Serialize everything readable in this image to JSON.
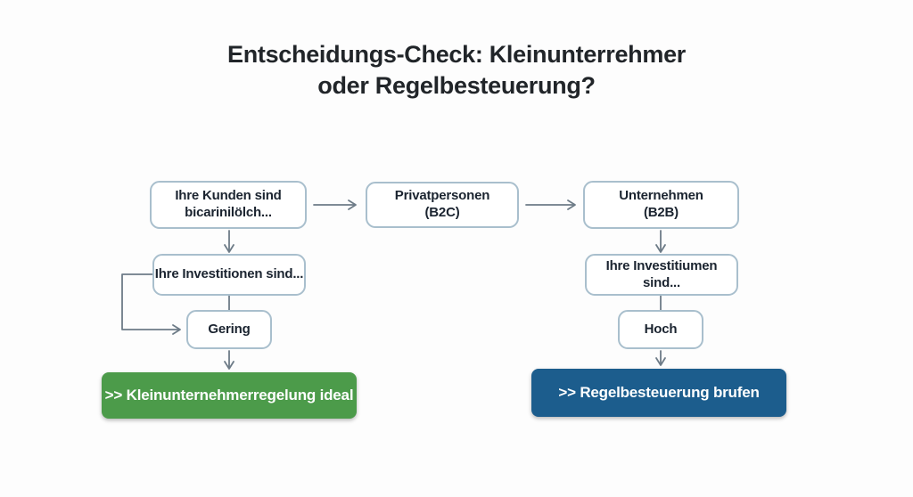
{
  "title": "Entscheidungs-Check: Kleinunterrehmer\noder Regelbesteuerung?",
  "flowchart": {
    "nodes": {
      "kunden": "Ihre Kunden sind\nbicarinilölch...",
      "privatpersonen": "Privatpersonen\n(B2C)",
      "unternehmen": "Unternehmen\n(B2B)",
      "investitionen_links": "Ihre Investitionen sind...",
      "investitiumen_rechts": "Ihre Investitiumen sind...",
      "gering": "Gering",
      "hoch": "Hoch"
    },
    "results": {
      "green": ">> Kleinunternehmerregelung ideal",
      "blue": ">> Regelbesteuerung brufen"
    },
    "colors": {
      "result_green": "#4c9b4a",
      "result_blue": "#1c5d8d",
      "node_border": "#a9bfcd",
      "connector": "#6d7b87",
      "title_text": "#212529"
    }
  }
}
